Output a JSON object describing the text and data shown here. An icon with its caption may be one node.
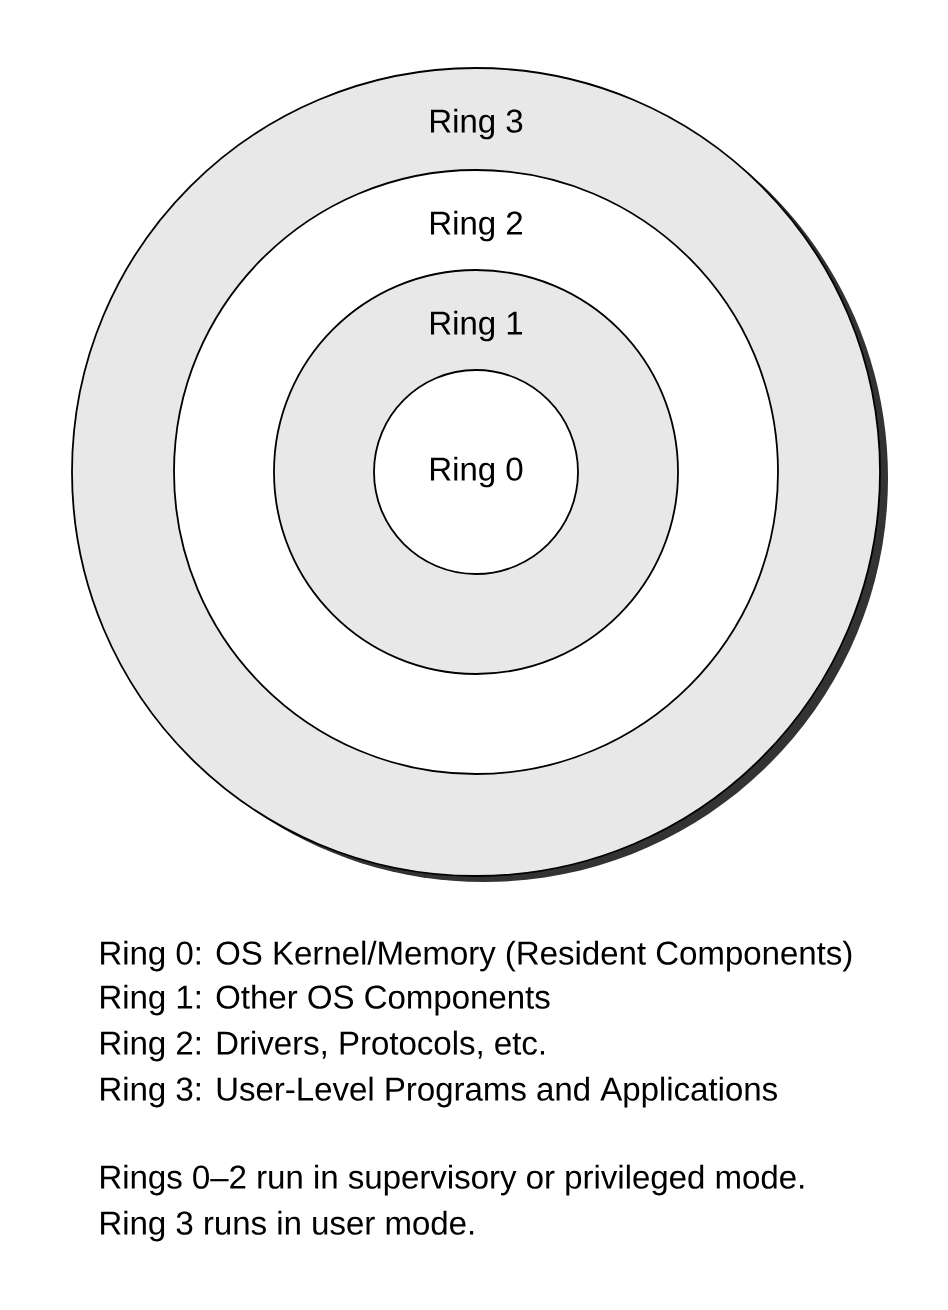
{
  "diagram": {
    "nodes": [
      {
        "text": [
          "Ring 3"
        ]
      },
      {
        "text": [
          "Ring 2"
        ],
        "in": 0
      },
      {
        "text": [
          "Ring 1"
        ],
        "in": 1
      },
      {
        "text": [
          "Ring 0"
        ],
        "in": 2
      }
    ],
    "labels": [
      "Ring 0: OS Kernel/Memory (Resident Components)",
      "Ring 1: Other OS Components",
      "Ring 2: Drivers, Protocols, etc.",
      "Ring 3: User-Level Programs and Applications",
      "Rings 0–2 run in supervisory or privileged mode.",
      "Ring 3 runs in user mode."
    ]
  }
}
